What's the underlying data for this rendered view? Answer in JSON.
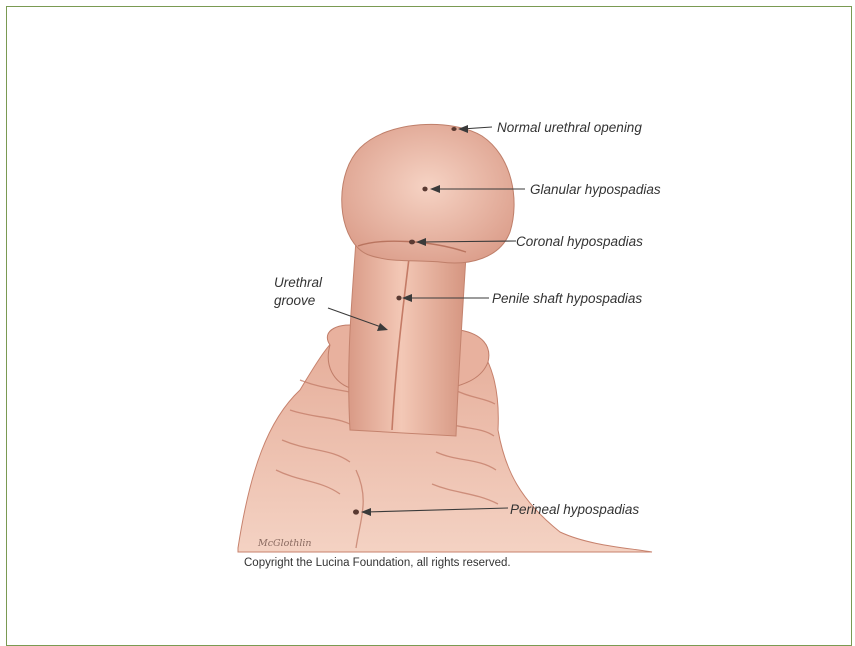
{
  "figure": {
    "labels": {
      "normal_urethral_opening": "Normal urethral opening",
      "glanular_hypospadias": "Glanular hypospadias",
      "coronal_hypospadias": "Coronal hypospadias",
      "urethral_groove_line1": "Urethral",
      "urethral_groove_line2": "groove",
      "penile_shaft_hypospadias": "Penile shaft hypospadias",
      "perineal_hypospadias": "Perineal hypospadias"
    },
    "artist_signature": "McGlothlin",
    "copyright": "Copyright the Lucina Foundation, all rights reserved."
  }
}
